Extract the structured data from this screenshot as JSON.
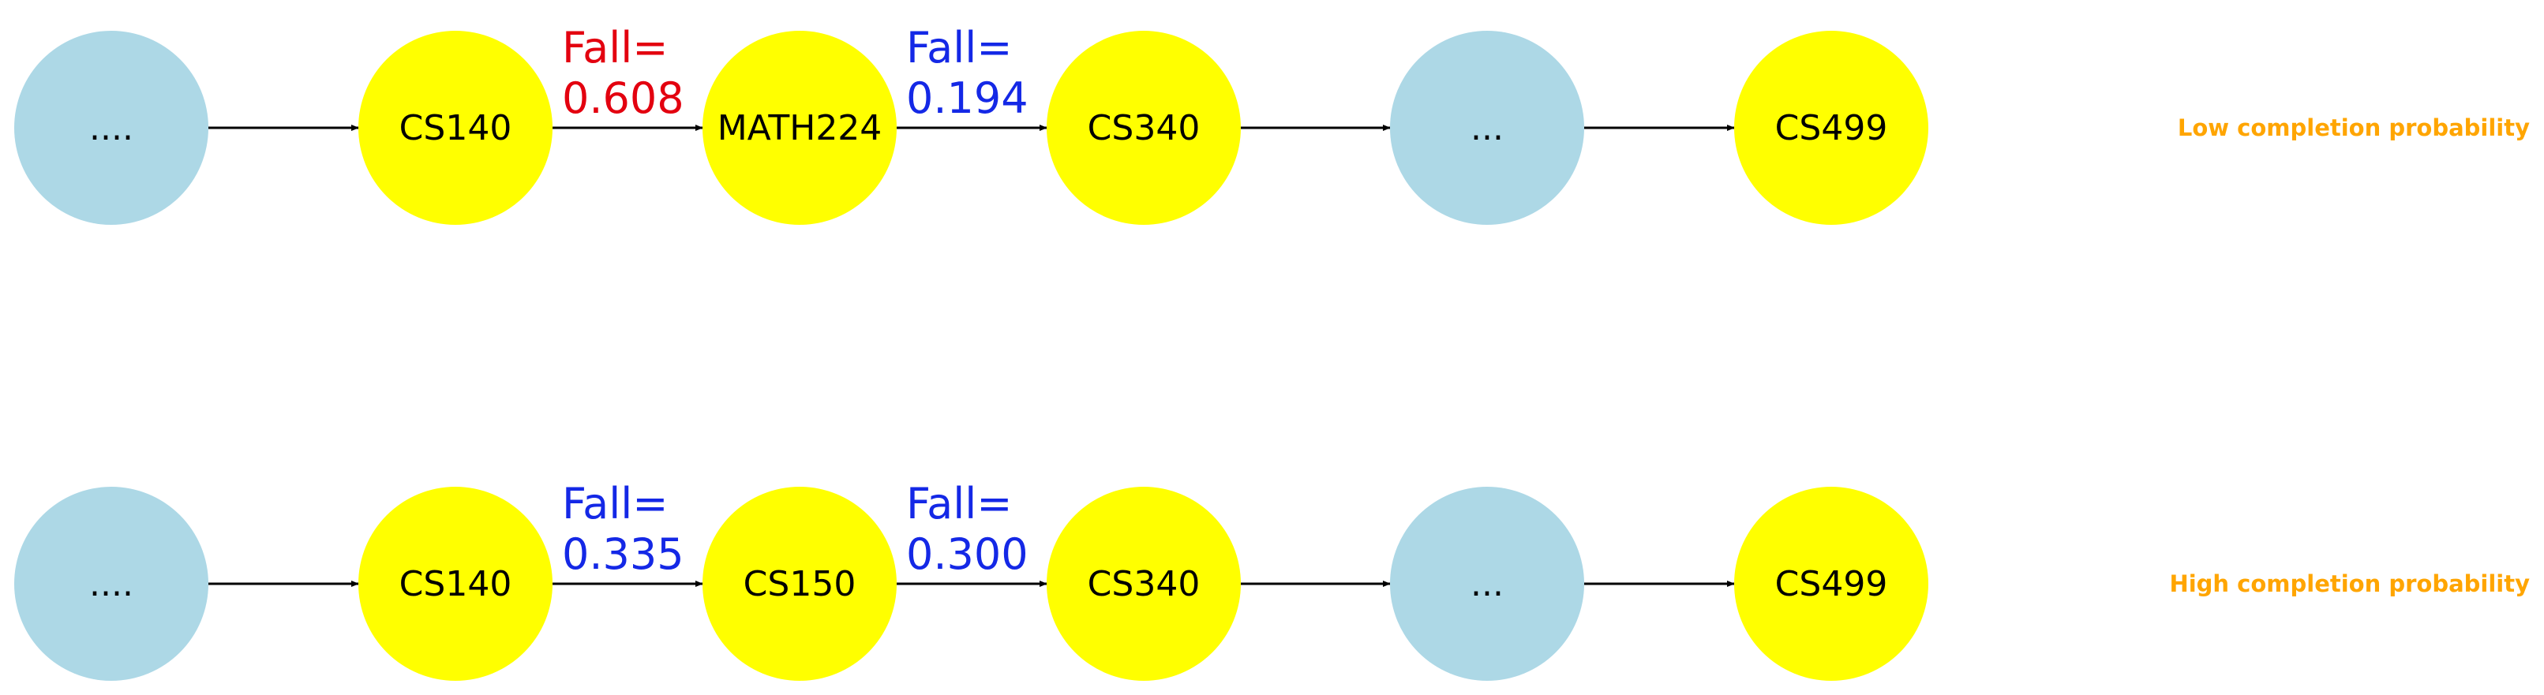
{
  "colors": {
    "placeholder_node": "#add8e6",
    "course_node": "#ffff00",
    "edge": "#000000",
    "low_probability_label": "#e3000f",
    "normal_probability_label": "#1428e6",
    "caption": "#ffa500"
  },
  "rows": [
    {
      "caption": "Low completion probability",
      "nodes": [
        {
          "label": "....",
          "kind": "placeholder"
        },
        {
          "label": "CS140",
          "kind": "course"
        },
        {
          "label": "MATH224",
          "kind": "course"
        },
        {
          "label": "CS340",
          "kind": "course"
        },
        {
          "label": "...",
          "kind": "placeholder"
        },
        {
          "label": "CS499",
          "kind": "course"
        }
      ],
      "edges": [
        {
          "from": 0,
          "to": 1
        },
        {
          "from": 1,
          "to": 2,
          "label_line1": "Fall=",
          "label_line2": "0.608",
          "emphasis": "low"
        },
        {
          "from": 2,
          "to": 3,
          "label_line1": "Fall=",
          "label_line2": "0.194",
          "emphasis": "normal"
        },
        {
          "from": 3,
          "to": 4
        },
        {
          "from": 4,
          "to": 5
        }
      ]
    },
    {
      "caption": "High completion probability",
      "nodes": [
        {
          "label": "....",
          "kind": "placeholder"
        },
        {
          "label": "CS140",
          "kind": "course"
        },
        {
          "label": "CS150",
          "kind": "course"
        },
        {
          "label": "CS340",
          "kind": "course"
        },
        {
          "label": "...",
          "kind": "placeholder"
        },
        {
          "label": "CS499",
          "kind": "course"
        }
      ],
      "edges": [
        {
          "from": 0,
          "to": 1
        },
        {
          "from": 1,
          "to": 2,
          "label_line1": "Fall=",
          "label_line2": "0.335",
          "emphasis": "normal"
        },
        {
          "from": 2,
          "to": 3,
          "label_line1": "Fall=",
          "label_line2": "0.300",
          "emphasis": "normal"
        },
        {
          "from": 3,
          "to": 4
        },
        {
          "from": 4,
          "to": 5
        }
      ]
    }
  ]
}
